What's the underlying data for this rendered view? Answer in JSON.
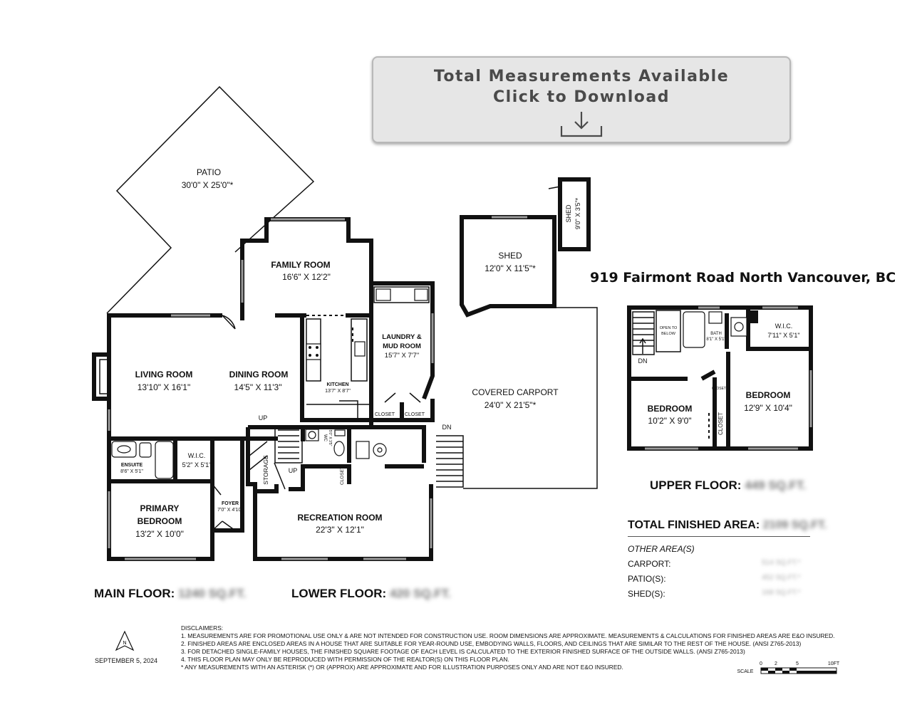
{
  "banner": {
    "line1": "Total Measurements Available",
    "line2": "Click to Download",
    "icon": "download-icon"
  },
  "address": "919 Fairmont Road North Vancouver, BC",
  "rooms": {
    "patio": {
      "name": "PATIO",
      "dims": "30'0\" X 25'0\"*"
    },
    "family_room": {
      "name": "FAMILY ROOM",
      "dims": "16'6\" X 12'2\""
    },
    "living_room": {
      "name": "LIVING ROOM",
      "dims": "13'10\" X 16'1\""
    },
    "dining_room": {
      "name": "DINING ROOM",
      "dims": "14'5\" X 11'3\""
    },
    "kitchen": {
      "name": "KITCHEN",
      "dims": "13'7\" X 8'7\""
    },
    "laundry": {
      "name1": "LAUNDRY &",
      "name2": "MUD ROOM",
      "dims": "15'7\" X 7'7\""
    },
    "closet1": {
      "name": "CLOSET"
    },
    "closet2": {
      "name": "CLOSET"
    },
    "ensuite": {
      "name": "ENSUITE",
      "dims": "8'6\" X 5'1\""
    },
    "wic_main": {
      "name": "W.I.C.",
      "dims": "5'2\" X 5'1\""
    },
    "primary_bedroom": {
      "name1": "PRIMARY",
      "name2": "BEDROOM",
      "dims": "13'2\" X 10'0\""
    },
    "foyer": {
      "name": "FOYER",
      "dims": "7'0\" X 4'10\""
    },
    "storage": {
      "name": "STORAGE"
    },
    "wc": {
      "name": "WC",
      "dims": "5'0\" X 3'5\""
    },
    "lower_closet": {
      "name": "CLOSET"
    },
    "recreation_room": {
      "name": "RECREATION ROOM",
      "dims": "22'3\" X 12'1\""
    },
    "shed_large": {
      "name": "SHED",
      "dims": "12'0\" X 11'5\"*"
    },
    "shed_small": {
      "name": "SHED",
      "dims": "9'0\" X 3'5\"*"
    },
    "covered_carport": {
      "name": "COVERED CARPORT",
      "dims": "24'0\" X 21'5\"*"
    },
    "open_to_below": {
      "name1": "OPEN TO",
      "name2": "BELOW"
    },
    "bath": {
      "name": "BATH",
      "dims": "8'1\" X 5'1\""
    },
    "wic_upper": {
      "name": "W.I.C.",
      "dims": "7'11\" X 5'1\""
    },
    "bedroom_left": {
      "name": "BEDROOM",
      "dims": "10'2\" X 9'0\""
    },
    "bedroom_right": {
      "name": "BEDROOM",
      "dims": "12'9\" X 10'4\""
    },
    "upper_closet_small": {
      "name": "CLOSET"
    },
    "upper_closet_tall": {
      "name": "CLOSET"
    }
  },
  "stair_labels": {
    "up_main": "UP",
    "up_lower": "UP",
    "dn_carport": "DN",
    "dn_upper": "DN"
  },
  "floors": {
    "main": {
      "label": "MAIN FLOOR:",
      "value": "1240 SQ.FT."
    },
    "lower": {
      "label": "LOWER FLOOR:",
      "value": "420 SQ.FT."
    },
    "upper": {
      "label": "UPPER FLOOR:",
      "value": "449 SQ.FT."
    }
  },
  "totals": {
    "total_label": "TOTAL FINISHED AREA:",
    "total_value": "2109 SQ.FT.",
    "other_heading": "OTHER AREA(S)",
    "carport_label": "CARPORT:",
    "carport_value": "514 SQ.FT.*",
    "patio_label": "PATIO(S):",
    "patio_value": "452 SQ.FT.*",
    "shed_label": "SHED(S):",
    "shed_value": "168 SQ.FT.*"
  },
  "date": "SEPTEMBER 5, 2024",
  "compass_letter": "N",
  "disclaimers": {
    "heading": "DISCLAIMERS:",
    "line1": "1. MEASUREMENTS ARE FOR PROMOTIONAL USE ONLY & ARE NOT INTENDED FOR CONSTRUCTION USE. ROOM DIMENSIONS ARE APPROXIMATE. MEASUREMENTS & CALCULATIONS FOR FINISHED AREAS ARE E&O INSURED.",
    "line2": "2. FINISHED AREAS ARE ENCLOSED AREAS IN A HOUSE THAT ARE SUITABLE FOR YEAR-ROUND USE, EMBODYING WALLS, FLOORS, AND CEILINGS THAT ARE SIMILAR TO THE REST OF THE HOUSE. (ANSI Z765-2013)",
    "line3": "3. FOR DETACHED SINGLE-FAMILY HOUSES, THE FINISHED SQUARE FOOTAGE OF EACH LEVEL IS CALCULATED TO THE EXTERIOR FINISHED SURFACE OF THE OUTSIDE WALLS. (ANSI Z765-2013)",
    "line4": "4. THIS FLOOR PLAN MAY ONLY BE REPRODUCED WITH PERMISSION OF THE REALTOR(S) ON THIS FLOOR PLAN.",
    "line5": "* ANY MEASUREMENTS WITH AN ASTERISK (*) OR (APPROX) ARE APPROXIMATE AND FOR ILLUSTRATION PURPOSES ONLY AND ARE NOT E&O INSURED."
  },
  "scale": {
    "label": "SCALE",
    "t0": "0",
    "t2": "2",
    "t5": "5",
    "t10": "10FT"
  }
}
